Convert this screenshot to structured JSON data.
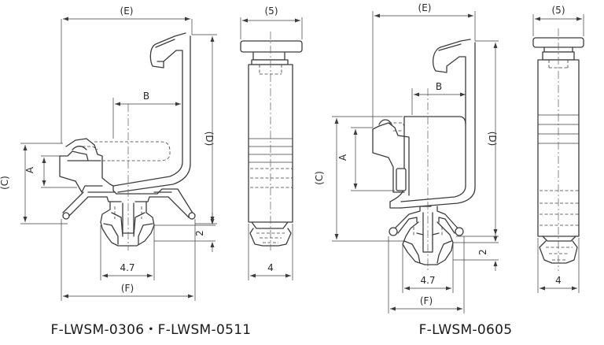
{
  "drawing_left": {
    "front": {
      "dim_e": "(E)",
      "dim_b": "B",
      "dim_d": "(D)",
      "dim_c": "(C)",
      "dim_a": "A",
      "dim_2": "2",
      "dim_47": "4.7",
      "dim_f": "(F)"
    },
    "side": {
      "dim_5": "(5)",
      "dim_4": "4"
    },
    "caption": "F-LWSM-0306・F-LWSM-0511"
  },
  "drawing_right": {
    "front": {
      "dim_e": "(E)",
      "dim_b": "B",
      "dim_d": "(D)",
      "dim_c": "(C)",
      "dim_a": "A",
      "dim_2": "2",
      "dim_47": "4.7",
      "dim_f": "(F)"
    },
    "side": {
      "dim_5": "(5)",
      "dim_4": "4"
    },
    "caption": "F-LWSM-0605"
  }
}
